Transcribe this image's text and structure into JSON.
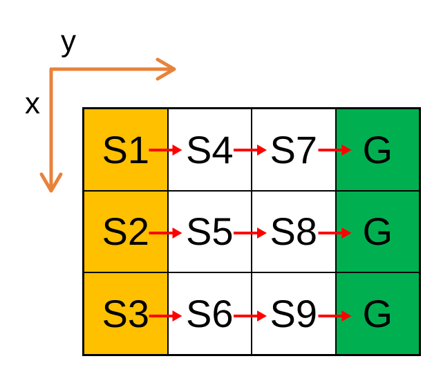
{
  "axes": {
    "x_label": "x",
    "y_label": "y",
    "color": "#E8823A"
  },
  "grid": {
    "rows": 3,
    "cols": 4,
    "cells": [
      [
        {
          "label": "S1",
          "kind": "start"
        },
        {
          "label": "S4",
          "kind": "state"
        },
        {
          "label": "S7",
          "kind": "state"
        },
        {
          "label": "G",
          "kind": "goal"
        }
      ],
      [
        {
          "label": "S2",
          "kind": "start"
        },
        {
          "label": "S5",
          "kind": "state"
        },
        {
          "label": "S8",
          "kind": "state"
        },
        {
          "label": "G",
          "kind": "goal"
        }
      ],
      [
        {
          "label": "S3",
          "kind": "start"
        },
        {
          "label": "S6",
          "kind": "state"
        },
        {
          "label": "S9",
          "kind": "state"
        },
        {
          "label": "G",
          "kind": "goal"
        }
      ]
    ]
  },
  "colors": {
    "start": "#FFC000",
    "state": "#FFFFFF",
    "goal": "#00B050",
    "transition_arrow": "#FF0000"
  }
}
